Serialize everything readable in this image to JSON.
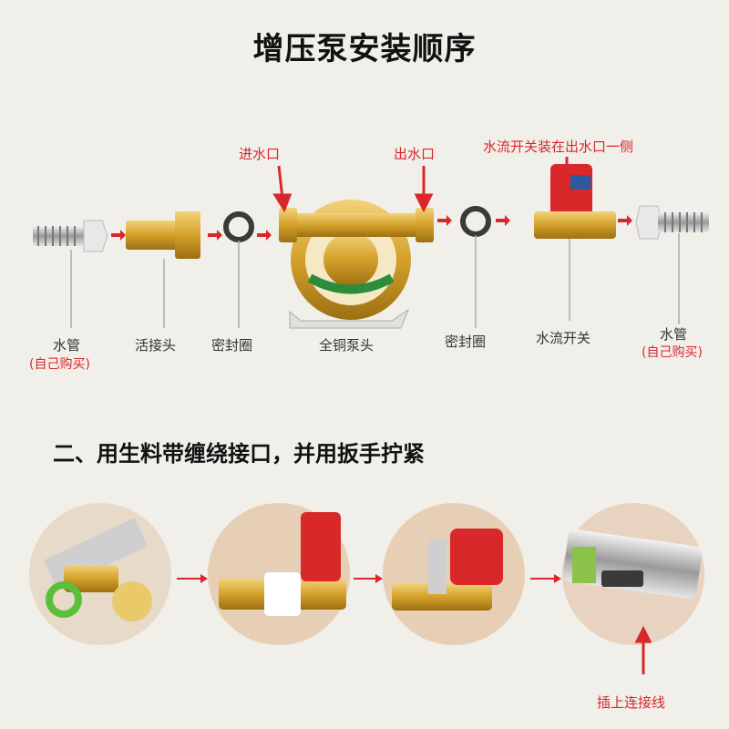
{
  "title": "增压泵安装顺序",
  "labels": {
    "inlet": "进水口",
    "outlet": "出水口",
    "switch_note": "水流开关装在出水口一侧",
    "pipe_left": "水管",
    "pipe_left_note": "(自己购买)",
    "union": "活接头",
    "seal_left": "密封圈",
    "pump": "全铜泵头",
    "seal_right": "密封圈",
    "flow_switch": "水流开关",
    "pipe_right": "水管",
    "pipe_right_note": "(自己购买)"
  },
  "step2": "二、用生料带缠绕接口，并用扳手拧紧",
  "callout": "插上连接线",
  "colors": {
    "brass": "#d4a12a",
    "red": "#d8282a",
    "white_tape": "#ffffff",
    "bg": "#f1efea"
  }
}
